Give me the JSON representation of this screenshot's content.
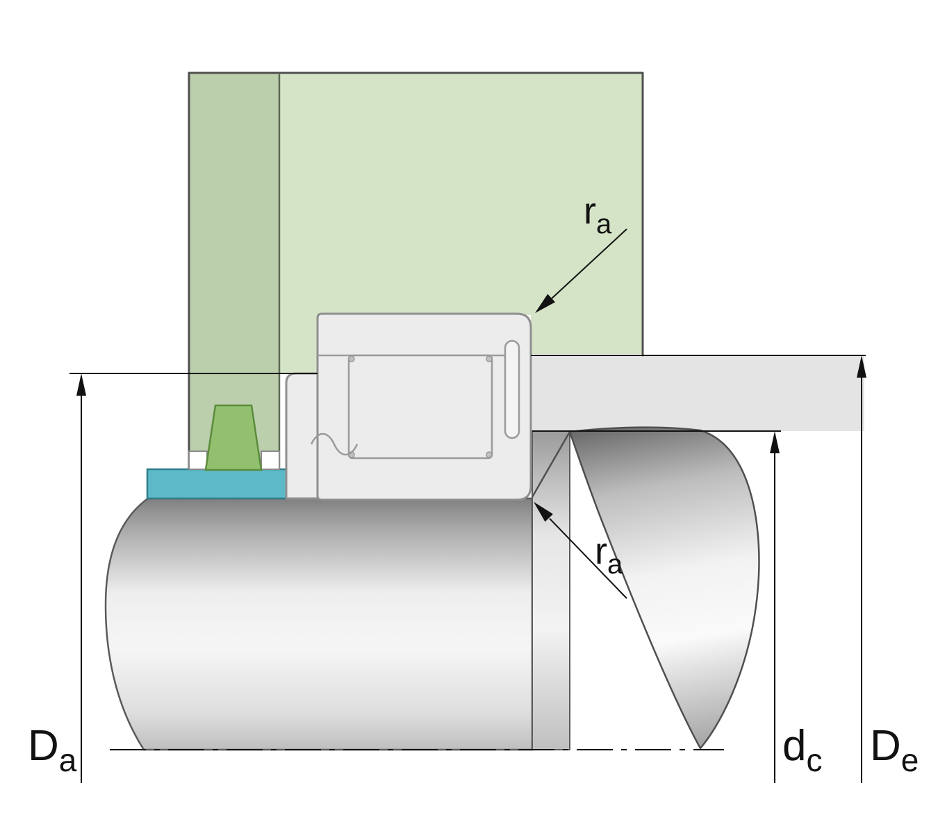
{
  "diagram": {
    "labels": {
      "ra_top": {
        "main": "r",
        "sub": "a"
      },
      "ra_bottom": {
        "main": "r",
        "sub": "a"
      },
      "Da": {
        "main": "D",
        "sub": "a"
      },
      "dc": {
        "main": "d",
        "sub": "c"
      },
      "De": {
        "main": "D",
        "sub": "e"
      }
    },
    "colors": {
      "housing": "#d5e4c6",
      "housing_shaded": "#bccfad",
      "band": "#e4e4e4",
      "bearing": "#ececec",
      "bearing_light": "#f4f4f4",
      "spacer": "#5eb9c6",
      "seal": "#92c06e",
      "outline": "#4f4f4f",
      "dimension": "#121212"
    }
  }
}
